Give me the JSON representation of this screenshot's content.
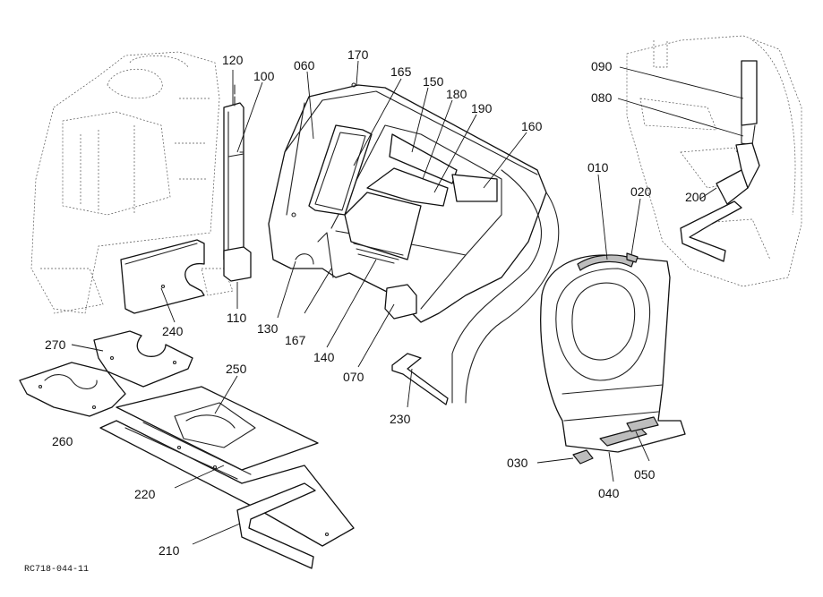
{
  "figure_code": "RC718-044-11",
  "callouts": [
    {
      "id": "120",
      "text": "120"
    },
    {
      "id": "100",
      "text": "100"
    },
    {
      "id": "060",
      "text": "060"
    },
    {
      "id": "170",
      "text": "170"
    },
    {
      "id": "165",
      "text": "165"
    },
    {
      "id": "150",
      "text": "150"
    },
    {
      "id": "180",
      "text": "180"
    },
    {
      "id": "190",
      "text": "190"
    },
    {
      "id": "160",
      "text": "160"
    },
    {
      "id": "090",
      "text": "090"
    },
    {
      "id": "080",
      "text": "080"
    },
    {
      "id": "010",
      "text": "010"
    },
    {
      "id": "020",
      "text": "020"
    },
    {
      "id": "200",
      "text": "200"
    },
    {
      "id": "240",
      "text": "240"
    },
    {
      "id": "110",
      "text": "110"
    },
    {
      "id": "130",
      "text": "130"
    },
    {
      "id": "167",
      "text": "167"
    },
    {
      "id": "140",
      "text": "140"
    },
    {
      "id": "070",
      "text": "070"
    },
    {
      "id": "230",
      "text": "230"
    },
    {
      "id": "270",
      "text": "270"
    },
    {
      "id": "250",
      "text": "250"
    },
    {
      "id": "260",
      "text": "260"
    },
    {
      "id": "220",
      "text": "220"
    },
    {
      "id": "210",
      "text": "210"
    },
    {
      "id": "030",
      "text": "030"
    },
    {
      "id": "040",
      "text": "040"
    },
    {
      "id": "050",
      "text": "050"
    }
  ]
}
